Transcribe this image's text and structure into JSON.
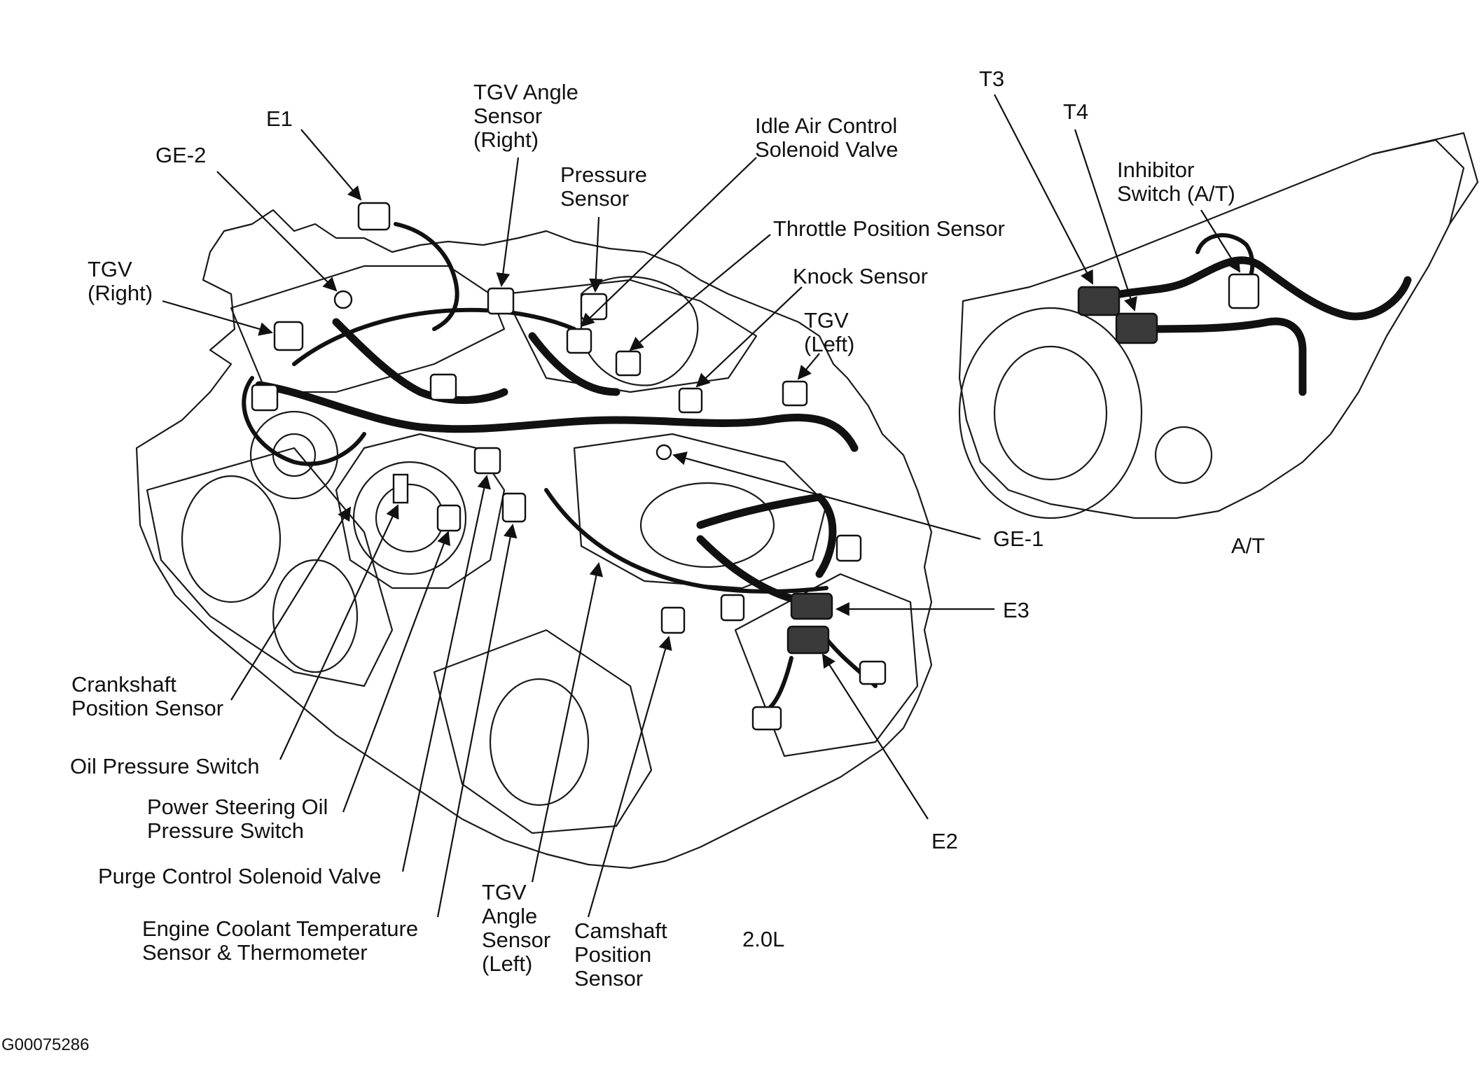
{
  "labels": {
    "tgv_angle_sensor_right": [
      "TGV Angle",
      "Sensor",
      "(Right)"
    ],
    "e1": "E1",
    "ge2": "GE-2",
    "tgv_right": [
      "TGV",
      "(Right)"
    ],
    "pressure_sensor": [
      "Pressure",
      "Sensor"
    ],
    "idle_air_control": [
      "Idle Air Control",
      "Solenoid Valve"
    ],
    "throttle_position_sensor": "Throttle Position Sensor",
    "knock_sensor": "Knock Sensor",
    "tgv_left": [
      "TGV",
      "(Left)"
    ],
    "ge1": "GE-1",
    "e3": "E3",
    "e2": "E2",
    "crankshaft_position_sensor": [
      "Crankshaft",
      "Position Sensor"
    ],
    "oil_pressure_switch": "Oil Pressure Switch",
    "power_steering_switch": [
      "Power Steering Oil",
      "Pressure Switch"
    ],
    "purge_control_valve": "Purge Control Solenoid Valve",
    "coolant_temp_sensor": [
      "Engine Coolant Temperature",
      "Sensor & Thermometer"
    ],
    "tgv_angle_sensor_left": [
      "TGV",
      "Angle",
      "Sensor",
      "(Left)"
    ],
    "camshaft_position_sensor": [
      "Camshaft",
      "Position",
      "Sensor"
    ],
    "engine_caption": "2.0L",
    "t3": "T3",
    "t4": "T4",
    "inhibitor_switch": [
      "Inhibitor",
      "Switch (A/T)"
    ],
    "transmission_caption": "A/T",
    "figure_id": "G00075286"
  }
}
